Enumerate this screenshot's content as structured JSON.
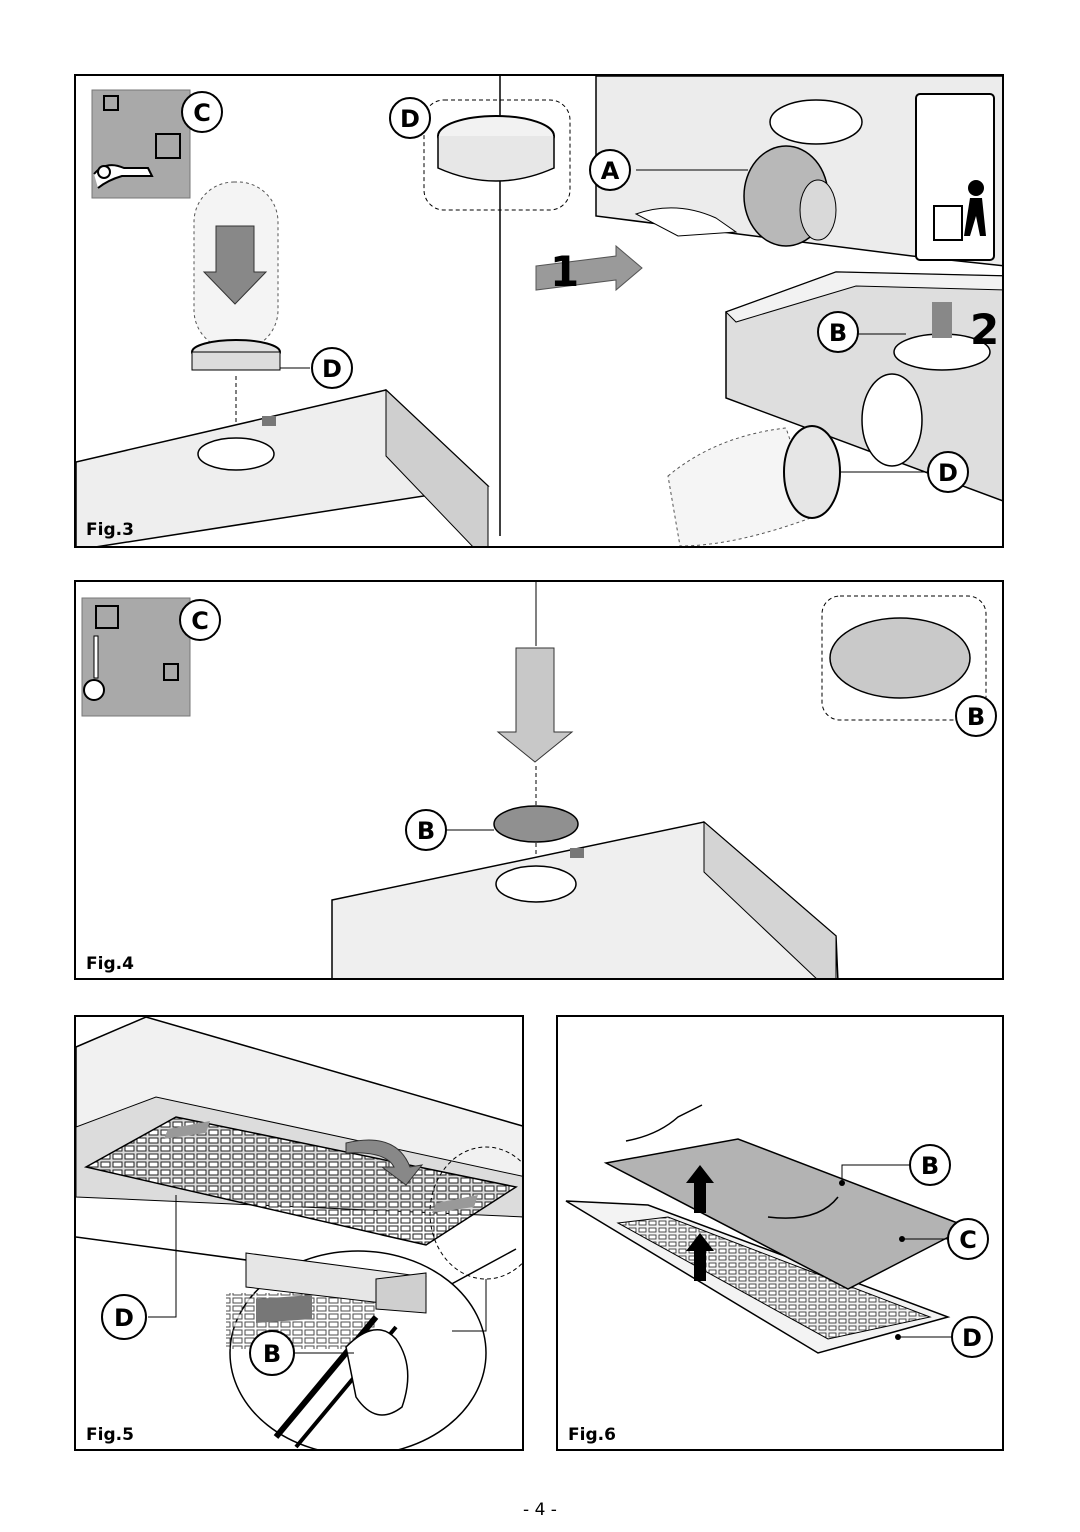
{
  "page": {
    "number": "- 4 -"
  },
  "figures": {
    "fig3": {
      "label": "Fig.3",
      "callouts": [
        "C",
        "D",
        "D",
        "A",
        "B",
        "D"
      ],
      "steps": [
        "1",
        "2"
      ]
    },
    "fig4": {
      "label": "Fig.4",
      "callouts": [
        "C",
        "B",
        "B"
      ]
    },
    "fig5": {
      "label": "Fig.5",
      "callouts": [
        "D",
        "B"
      ]
    },
    "fig6": {
      "label": "Fig.6",
      "callouts": [
        "B",
        "C",
        "D"
      ]
    }
  }
}
